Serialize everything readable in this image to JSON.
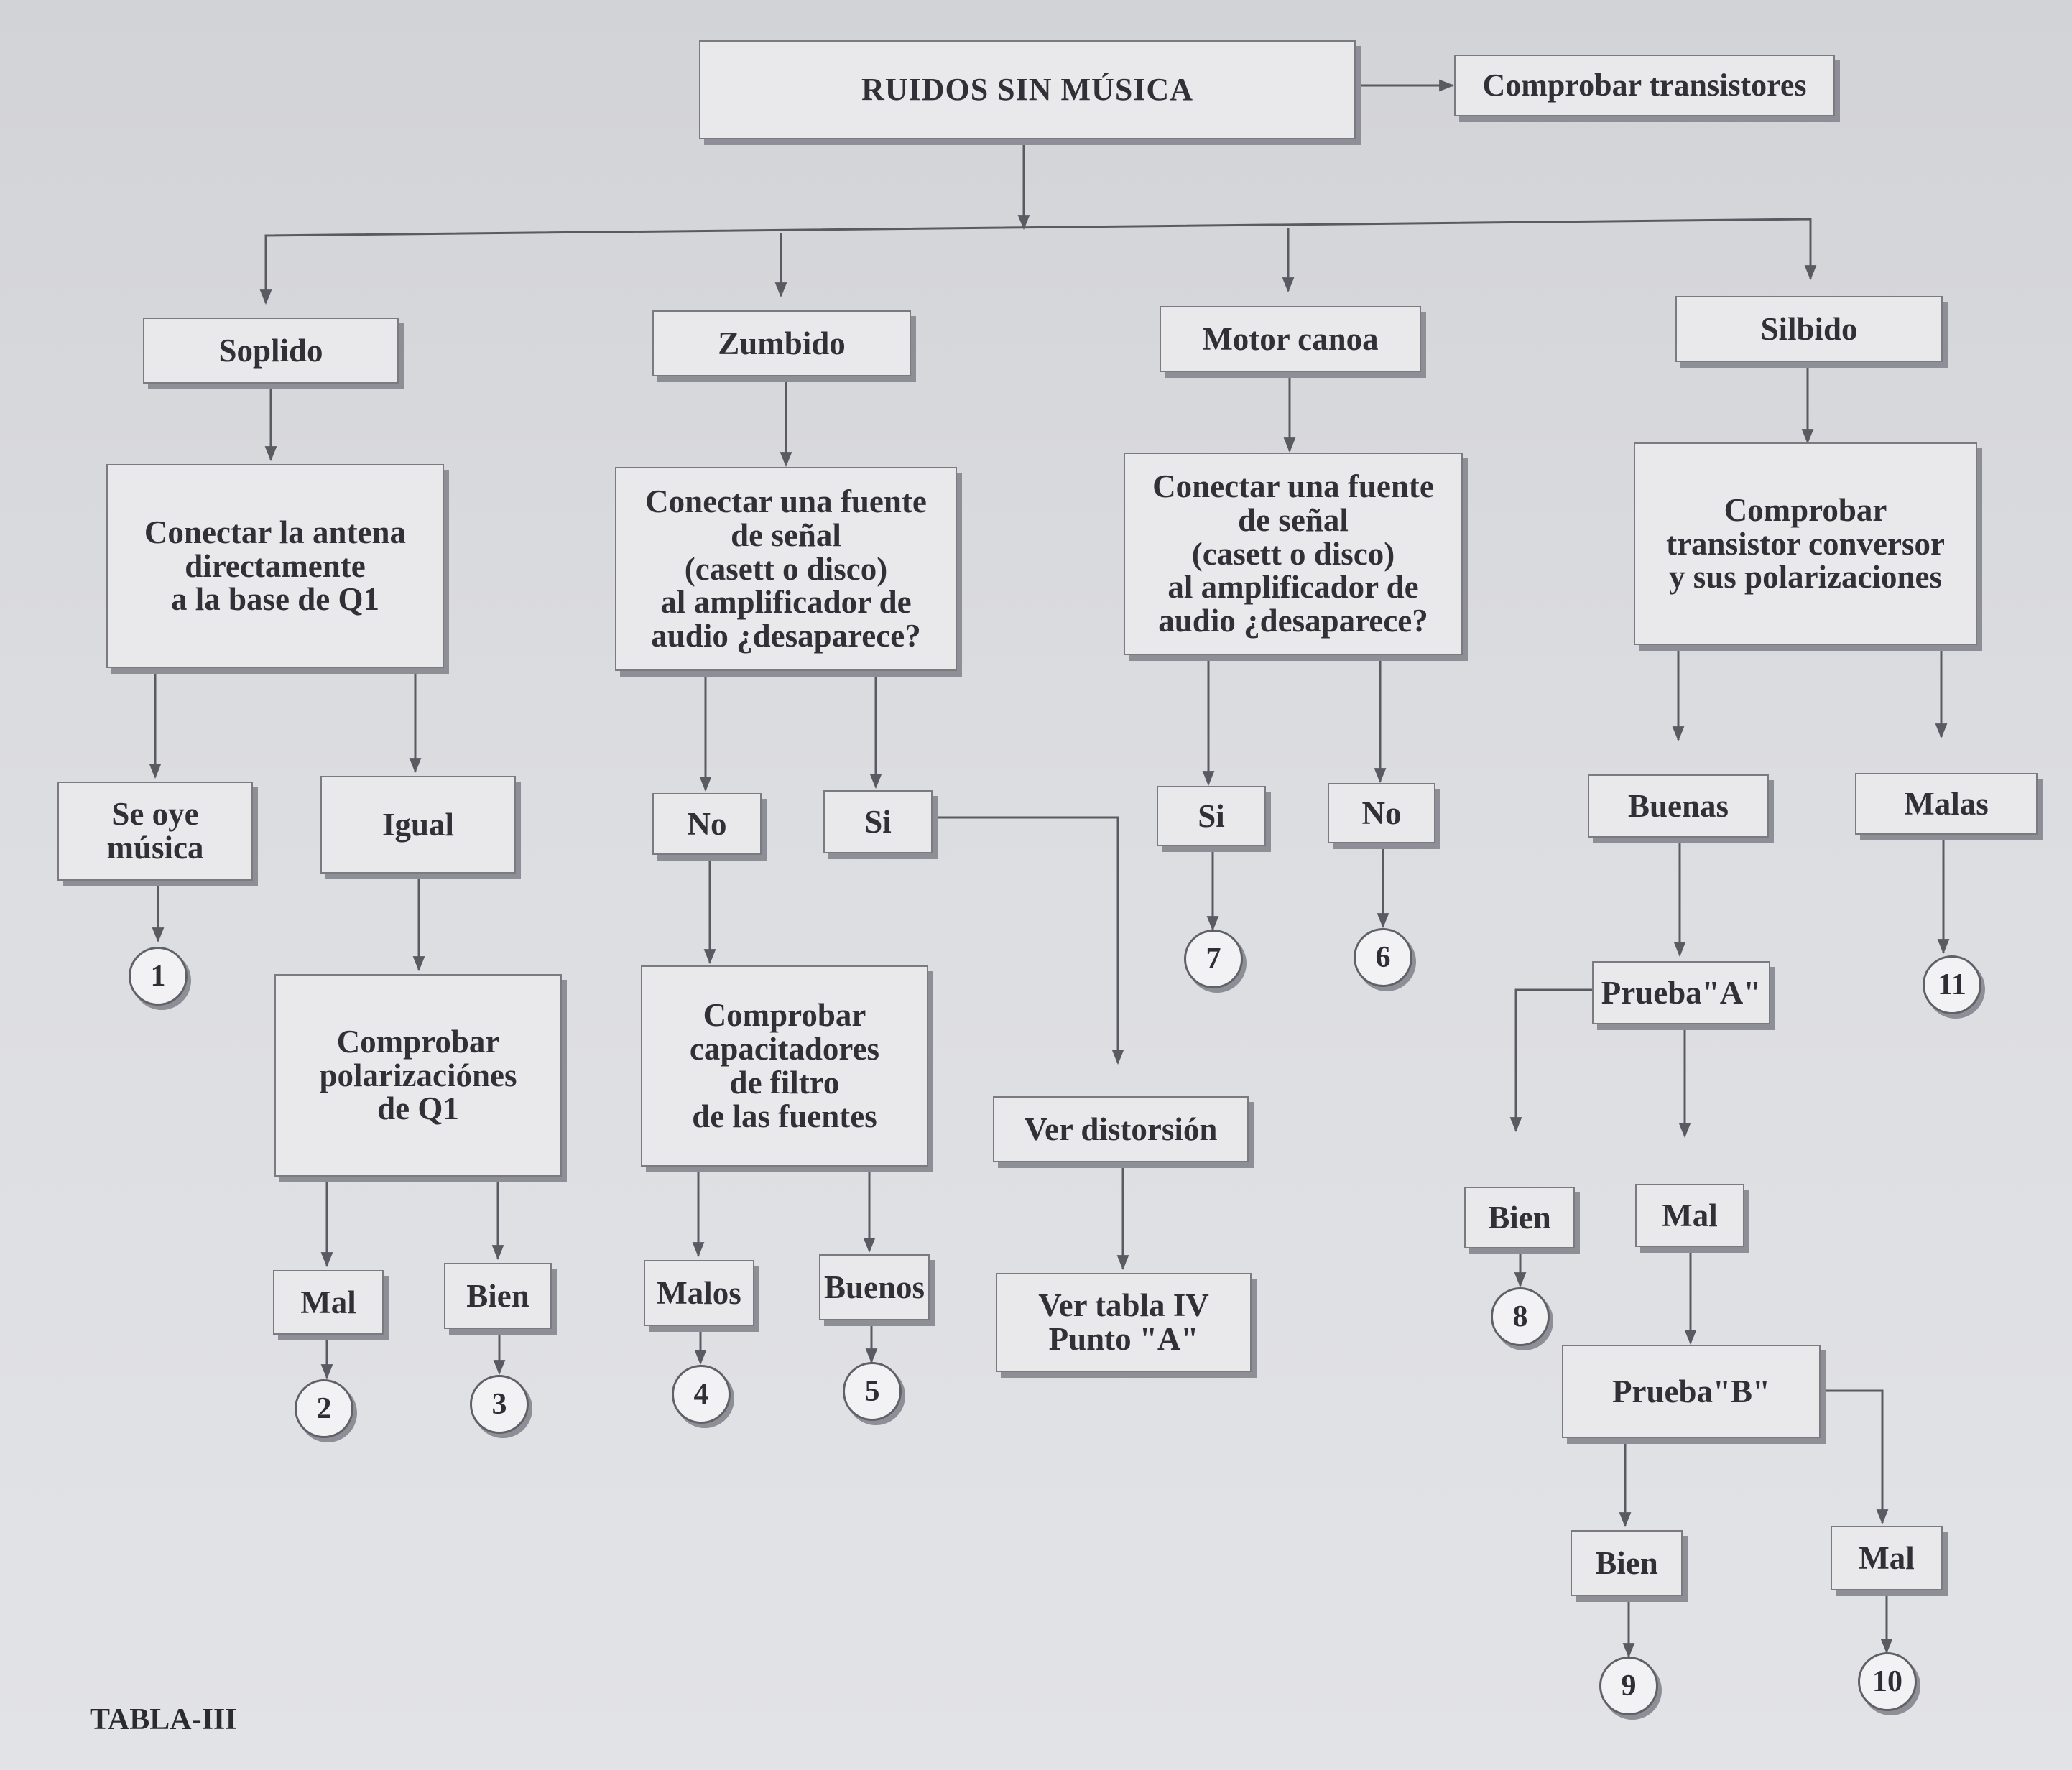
{
  "title": "RUIDOS SIN MÚSICA",
  "side_note": "Comprobar transistores",
  "caption": "TABLA-III",
  "branches": {
    "soplido": {
      "label": "Soplido",
      "action": "Conectar la antena\ndirectamente\na la base de Q1",
      "outcome_a": "Se oye\nmúsica",
      "outcome_b": "Igual",
      "check": "Comprobar\npolarizaciónes\nde Q1",
      "check_bad": "Mal",
      "check_good": "Bien"
    },
    "zumbido": {
      "label": "Zumbido",
      "action": "Conectar una fuente\nde señal\n(casett o disco)\nal amplificador de\naudio ¿desaparece?",
      "no": "No",
      "si": "Si",
      "check": "Comprobar\ncapacitadores\nde filtro\nde las fuentes",
      "check_bad": "Malos",
      "check_good": "Buenos",
      "distortion": "Ver distorsión",
      "table_ref": "Ver tabla IV\nPunto \"A\""
    },
    "motor_canoa": {
      "label": "Motor canoa",
      "action": "Conectar una fuente\nde señal\n(casett o disco)\nal amplificador de\naudio ¿desaparece?",
      "si": "Si",
      "no": "No"
    },
    "silbido": {
      "label": "Silbido",
      "action": "Comprobar\ntransistor conversor\ny sus polarizaciones",
      "good": "Buenas",
      "bad": "Malas",
      "test_a": "Prueba\"A\"",
      "test_a_good": "Bien",
      "test_a_bad": "Mal",
      "test_b": "Prueba\"B\"",
      "test_b_good": "Bien",
      "test_b_bad": "Mal"
    }
  },
  "endpoints": [
    "1",
    "2",
    "3",
    "4",
    "5",
    "6",
    "7",
    "8",
    "9",
    "10",
    "11"
  ]
}
